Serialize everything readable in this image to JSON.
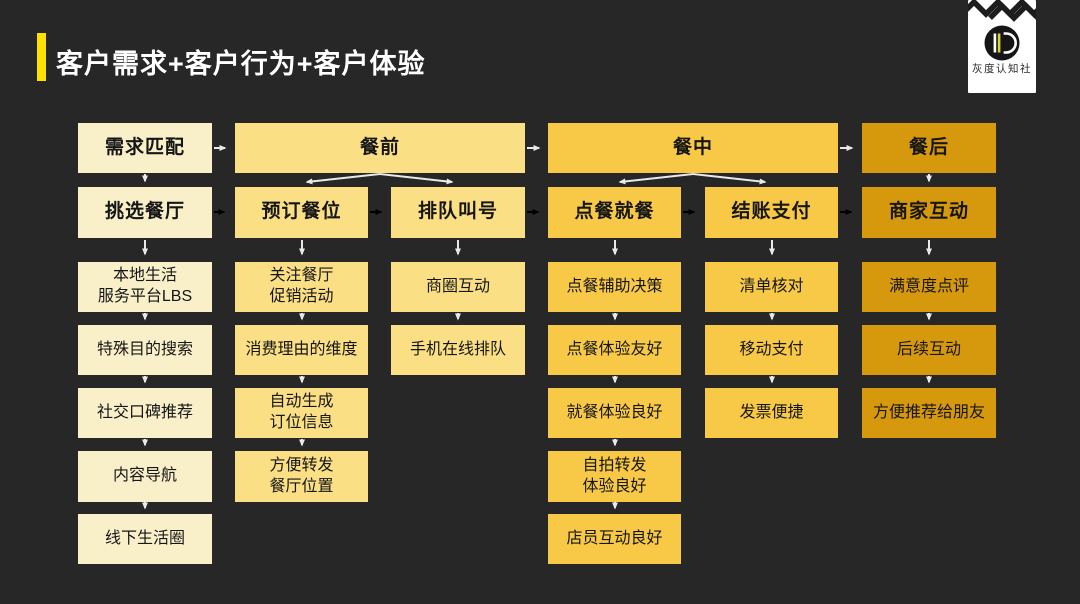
{
  "title": {
    "text": "客户需求+客户行为+客户体验"
  },
  "logo": {
    "monogram": "HD",
    "brand": "灰度认知社"
  },
  "colors": {
    "background": "#272727",
    "accent": "#ffe100",
    "phase1": "#f9f0ca",
    "phase2": "#fadf85",
    "phase3": "#f8c946",
    "phase4": "#d6980d",
    "arrow_light": "#e9e9e9",
    "arrow_dark": "#000000"
  },
  "flow": {
    "phases": [
      {
        "header": "需求匹配",
        "columns": [
          {
            "header": "挑选餐厅",
            "items": [
              "本地生活\n服务平台LBS",
              "特殊目的搜索",
              "社交口碑推荐",
              "内容导航",
              "线下生活圈"
            ]
          }
        ]
      },
      {
        "header": "餐前",
        "columns": [
          {
            "header": "预订餐位",
            "items": [
              "关注餐厅\n促销活动",
              "消费理由的维度",
              "自动生成\n订位信息",
              "方便转发\n餐厅位置"
            ]
          },
          {
            "header": "排队叫号",
            "items": [
              "商圈互动",
              "手机在线排队"
            ]
          }
        ]
      },
      {
        "header": "餐中",
        "columns": [
          {
            "header": "点餐就餐",
            "items": [
              "点餐辅助决策",
              "点餐体验友好",
              "就餐体验良好",
              "自拍转发\n体验良好",
              "店员互动良好"
            ]
          },
          {
            "header": "结账支付",
            "items": [
              "清单核对",
              "移动支付",
              "发票便捷"
            ]
          }
        ]
      },
      {
        "header": "餐后",
        "columns": [
          {
            "header": "商家互动",
            "items": [
              "满意度点评",
              "后续互动",
              "方便推荐给朋友"
            ]
          }
        ]
      }
    ]
  }
}
